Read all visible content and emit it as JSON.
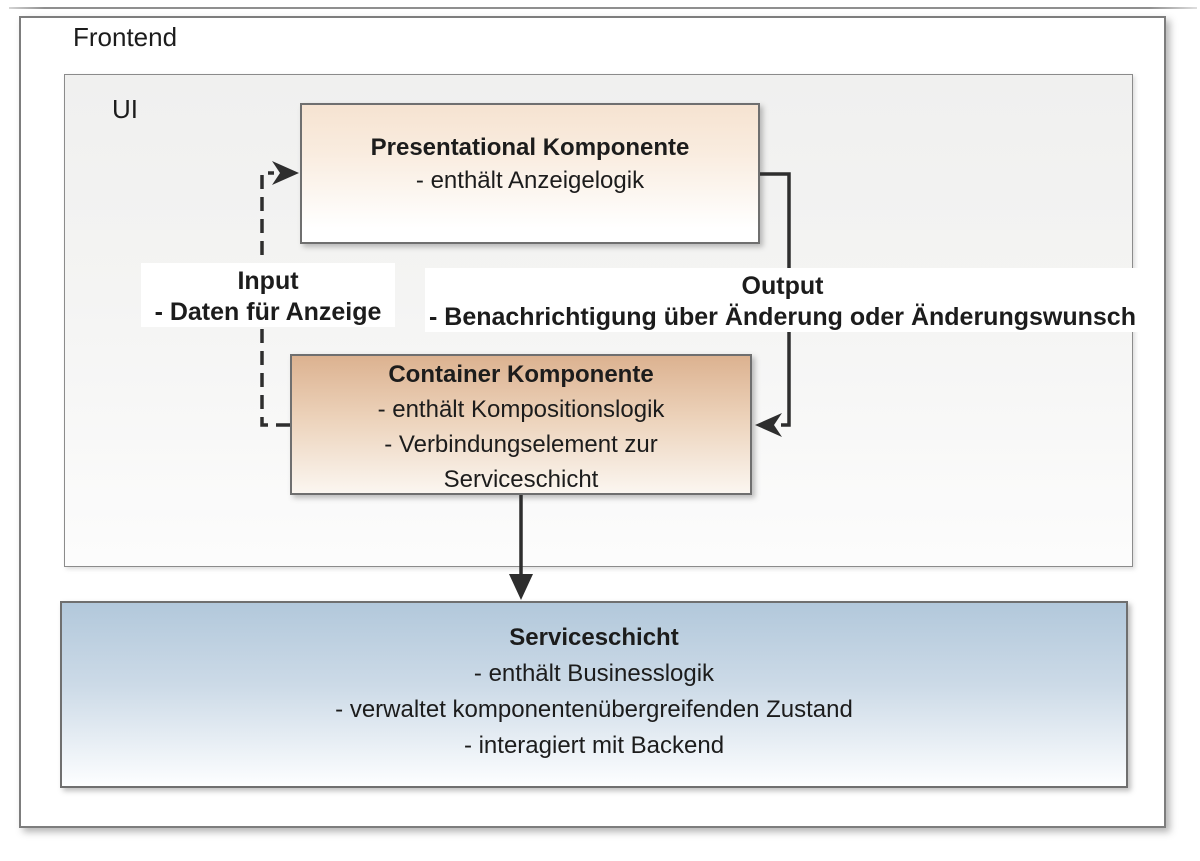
{
  "frontend": {
    "label": "Frontend"
  },
  "ui": {
    "label": "UI"
  },
  "boxes": {
    "presentational": {
      "title": "Presentational Komponente",
      "lines": [
        "- enthält Anzeigelogik"
      ]
    },
    "container": {
      "title": "Container Komponente",
      "lines": [
        "- enthält Kompositionslogik",
        "- Verbindungselement zur",
        "Serviceschicht"
      ]
    },
    "service": {
      "title": "Serviceschicht",
      "lines": [
        "- enthält Businesslogik",
        "- verwaltet komponentenübergreifenden Zustand",
        "- interagiert mit Backend"
      ]
    }
  },
  "labels": {
    "input": {
      "title": "Input",
      "detail": "- Daten für Anzeige"
    },
    "output": {
      "title": "Output",
      "detail": "- Benachrichtigung über Änderung oder Änderungswunsch"
    }
  },
  "colors": {
    "presentational_top": "#f6e3d1",
    "container_top": "#dcb290",
    "service_top": "#b2c8db",
    "ui_background_top": "#f0f0ef",
    "box_border": "#6f6f6f",
    "outer_border": "#7d7d7d",
    "arrow": "#2e2e2e"
  }
}
